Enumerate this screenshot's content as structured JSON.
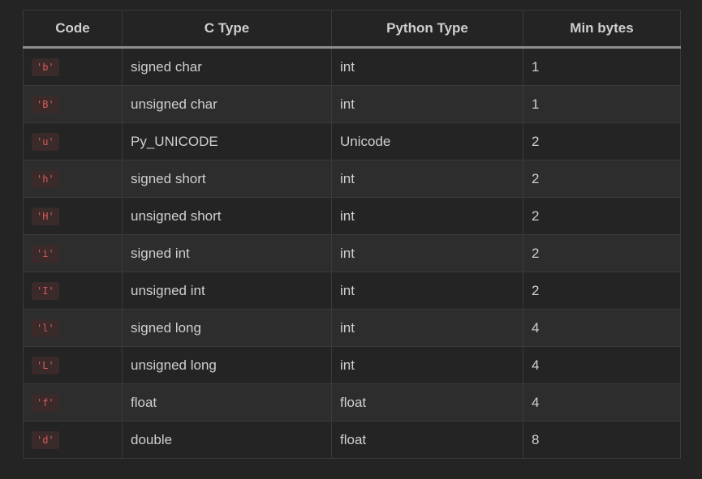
{
  "table": {
    "headers": [
      "Code",
      "C Type",
      "Python Type",
      "Min bytes"
    ],
    "rows": [
      {
        "code": "'b'",
        "c_type": "signed char",
        "py_type": "int",
        "min_bytes": "1"
      },
      {
        "code": "'B'",
        "c_type": "unsigned char",
        "py_type": "int",
        "min_bytes": "1"
      },
      {
        "code": "'u'",
        "c_type": "Py_UNICODE",
        "py_type": "Unicode",
        "min_bytes": "2"
      },
      {
        "code": "'h'",
        "c_type": "signed short",
        "py_type": "int",
        "min_bytes": "2"
      },
      {
        "code": "'H'",
        "c_type": "unsigned short",
        "py_type": "int",
        "min_bytes": "2"
      },
      {
        "code": "'i'",
        "c_type": "signed int",
        "py_type": "int",
        "min_bytes": "2"
      },
      {
        "code": "'I'",
        "c_type": "unsigned int",
        "py_type": "int",
        "min_bytes": "2"
      },
      {
        "code": "'l'",
        "c_type": "signed long",
        "py_type": "int",
        "min_bytes": "4"
      },
      {
        "code": "'L'",
        "c_type": "unsigned long",
        "py_type": "int",
        "min_bytes": "4"
      },
      {
        "code": "'f'",
        "c_type": "float",
        "py_type": "float",
        "min_bytes": "4"
      },
      {
        "code": "'d'",
        "c_type": "double",
        "py_type": "float",
        "min_bytes": "8"
      }
    ]
  },
  "colors": {
    "background": "#242424",
    "row_alt": "#2d2d2d",
    "text": "#cfcfcf",
    "code_text": "#d75b5b",
    "code_bg": "#3a2a2a",
    "header_rule": "#8e8e8e"
  }
}
